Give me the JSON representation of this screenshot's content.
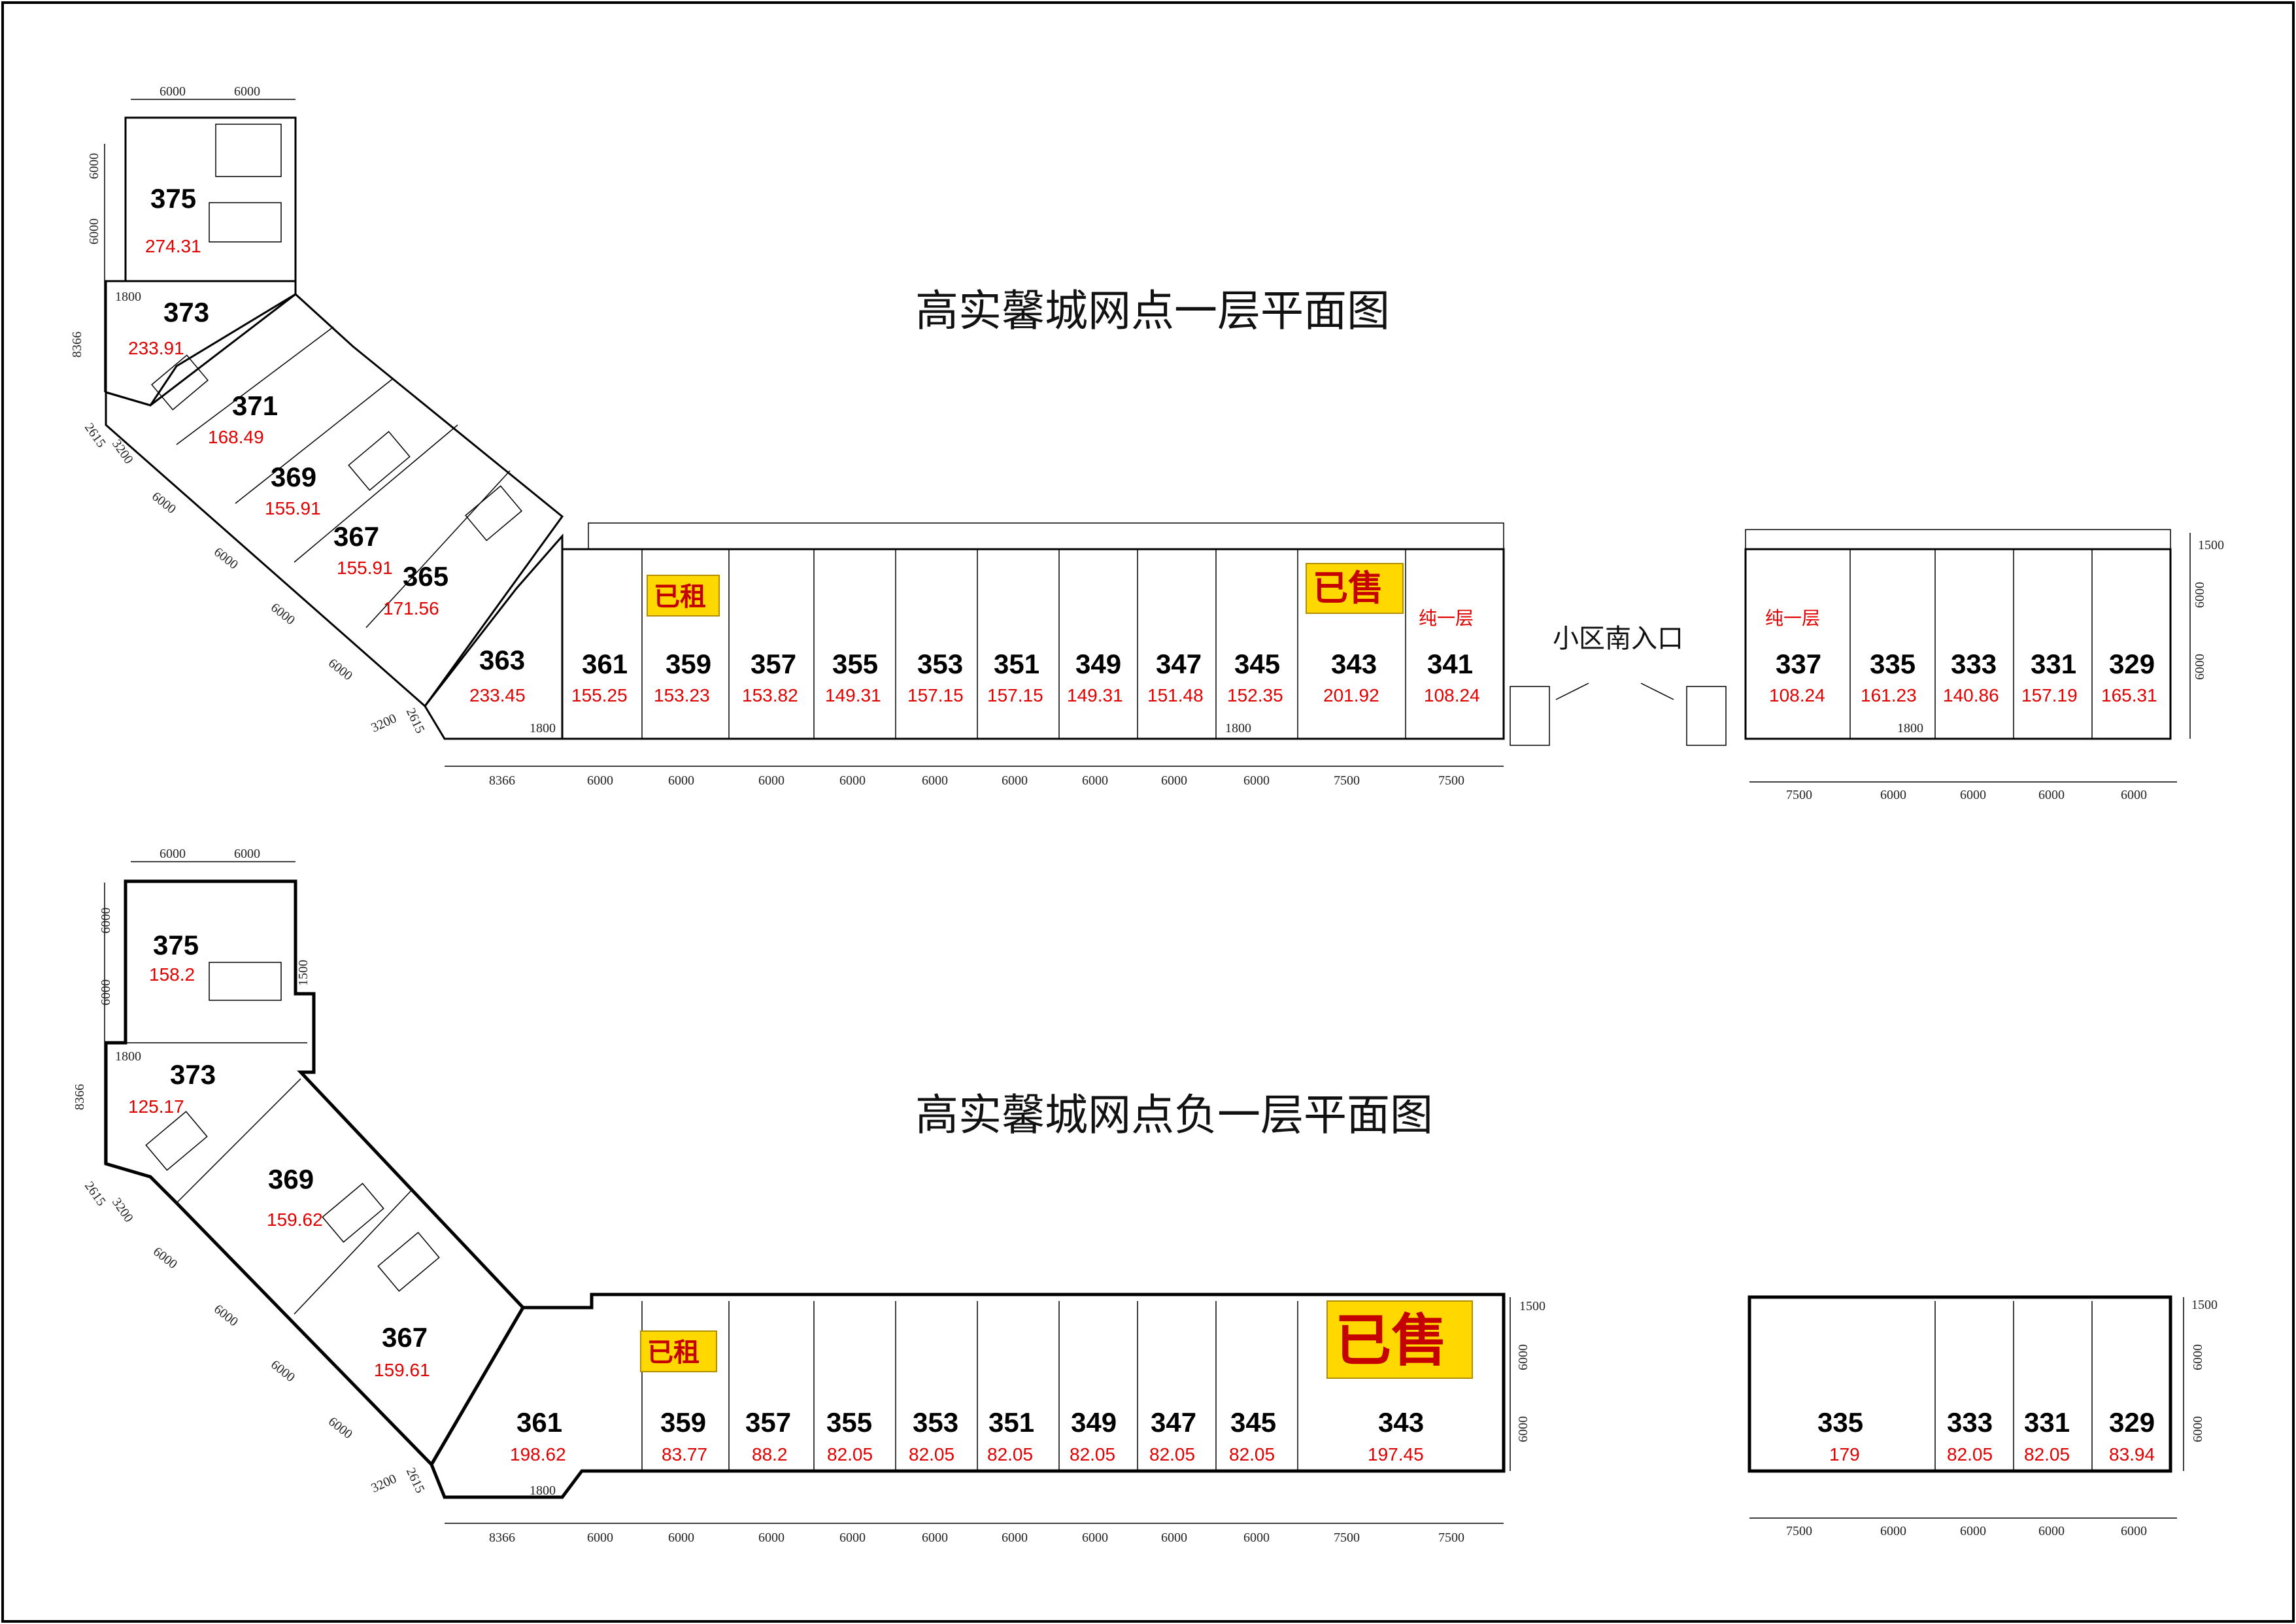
{
  "floor1": {
    "title": "高实馨城网点一层平面图",
    "rent_label": "已租",
    "sold_label": "已售",
    "single_floor_341": "纯一层",
    "single_floor_337": "纯一层",
    "entrance": "小区南入口",
    "units": [
      {
        "num": "375",
        "area": "274.31"
      },
      {
        "num": "373",
        "area": "233.91"
      },
      {
        "num": "371",
        "area": "168.49"
      },
      {
        "num": "369",
        "area": "155.91"
      },
      {
        "num": "367",
        "area": "155.91"
      },
      {
        "num": "365",
        "area": "171.56"
      },
      {
        "num": "363",
        "area": "233.45"
      },
      {
        "num": "361",
        "area": "155.25"
      },
      {
        "num": "359",
        "area": "153.23"
      },
      {
        "num": "357",
        "area": "153.82"
      },
      {
        "num": "355",
        "area": "149.31"
      },
      {
        "num": "353",
        "area": "157.15"
      },
      {
        "num": "351",
        "area": "157.15"
      },
      {
        "num": "349",
        "area": "149.31"
      },
      {
        "num": "347",
        "area": "151.48"
      },
      {
        "num": "345",
        "area": "152.35"
      },
      {
        "num": "343",
        "area": "201.92"
      },
      {
        "num": "341",
        "area": "108.24"
      },
      {
        "num": "337",
        "area": "108.24"
      },
      {
        "num": "335",
        "area": "161.23"
      },
      {
        "num": "333",
        "area": "140.86"
      },
      {
        "num": "331",
        "area": "157.19"
      },
      {
        "num": "329",
        "area": "165.31"
      }
    ],
    "dims_top": [
      "6000",
      "6000"
    ],
    "dims_left": [
      "6000",
      "6000",
      "8366"
    ],
    "dims_diag": [
      "2615",
      "3200",
      "6000",
      "6000",
      "6000",
      "6000",
      "3200",
      "2615"
    ],
    "dims_bottom_left": [
      "8366",
      "6000",
      "6000",
      "6000",
      "6000",
      "6000",
      "6000",
      "6000",
      "6000",
      "6000",
      "7500",
      "7500"
    ],
    "dims_bottom_right": [
      "7500",
      "6000",
      "6000",
      "6000",
      "6000"
    ],
    "dims_right": [
      "1500",
      "6000",
      "6000"
    ],
    "small_dims": [
      "1800",
      "1800",
      "1800",
      "1800"
    ]
  },
  "floor2": {
    "title": "高实馨城网点负一层平面图",
    "rent_label": "已租",
    "sold_label": "已售",
    "units": [
      {
        "num": "375",
        "area": "158.2"
      },
      {
        "num": "373",
        "area": "125.17"
      },
      {
        "num": "369",
        "area": "159.62"
      },
      {
        "num": "367",
        "area": "159.61"
      },
      {
        "num": "361",
        "area": "198.62"
      },
      {
        "num": "359",
        "area": "83.77"
      },
      {
        "num": "357",
        "area": "88.2"
      },
      {
        "num": "355",
        "area": "82.05"
      },
      {
        "num": "353",
        "area": "82.05"
      },
      {
        "num": "351",
        "area": "82.05"
      },
      {
        "num": "349",
        "area": "82.05"
      },
      {
        "num": "347",
        "area": "82.05"
      },
      {
        "num": "345",
        "area": "82.05"
      },
      {
        "num": "343",
        "area": "197.45"
      },
      {
        "num": "335",
        "area": "179"
      },
      {
        "num": "333",
        "area": "82.05"
      },
      {
        "num": "331",
        "area": "82.05"
      },
      {
        "num": "329",
        "area": "83.94"
      }
    ],
    "dims_top": [
      "6000",
      "6000"
    ],
    "dims_left": [
      "6000",
      "6000",
      "8366"
    ],
    "dims_mid": [
      "1500"
    ],
    "dims_diag": [
      "2615",
      "3200",
      "6000",
      "6000",
      "6000",
      "6000",
      "3200",
      "2615"
    ],
    "dims_bottom_left": [
      "8366",
      "6000",
      "6000",
      "6000",
      "6000",
      "6000",
      "6000",
      "6000",
      "6000",
      "6000",
      "7500",
      "7500"
    ],
    "dims_bottom_right": [
      "7500",
      "6000",
      "6000",
      "6000",
      "6000"
    ],
    "dims_right_a": [
      "1500",
      "6000",
      "6000"
    ],
    "dims_right_b": [
      "1500",
      "6000",
      "6000"
    ],
    "small_dims": [
      "1800",
      "1800"
    ]
  }
}
